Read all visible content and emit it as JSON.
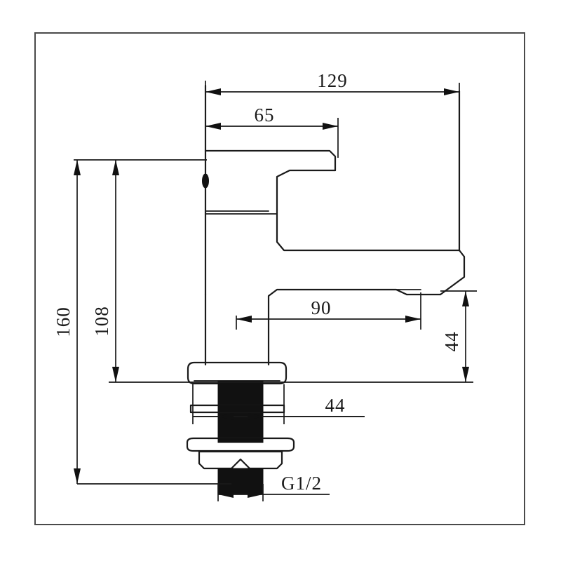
{
  "drawing": {
    "title": "Basin Faucet Technical Dimension Drawing",
    "units": "mm",
    "line_color": "#1a1a1a",
    "frame_color": "#4a4a4a",
    "background_color": "#ffffff",
    "fill_color": "#111111"
  },
  "dimensions": {
    "overall_width": "129",
    "handle_offset": "65",
    "overall_height": "160",
    "body_height": "108",
    "spout_reach": "90",
    "spout_height": "44",
    "shank_width": "44",
    "thread_size": "G1/2"
  },
  "labels": [
    {
      "id": "width-129",
      "value": "129",
      "orientation": "horizontal"
    },
    {
      "id": "offset-65",
      "value": "65",
      "orientation": "horizontal"
    },
    {
      "id": "height-160",
      "value": "160",
      "orientation": "vertical"
    },
    {
      "id": "height-108",
      "value": "108",
      "orientation": "vertical"
    },
    {
      "id": "reach-90",
      "value": "90",
      "orientation": "horizontal"
    },
    {
      "id": "spout-height-44",
      "value": "44",
      "orientation": "vertical"
    },
    {
      "id": "shank-44",
      "value": "44",
      "orientation": "horizontal"
    },
    {
      "id": "thread-g12",
      "value": "G1/2",
      "orientation": "horizontal"
    }
  ]
}
